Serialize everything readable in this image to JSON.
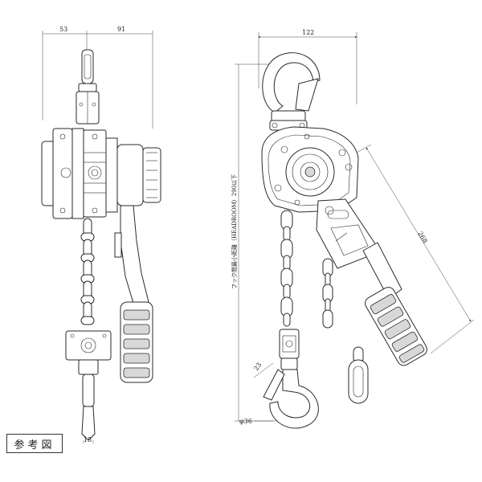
{
  "dimensions": {
    "side_left_offset": "53",
    "side_right_offset": "91",
    "front_width": "122",
    "handle_length": "268",
    "headroom_label": "フック間最小距離（HEADROOM）290以下",
    "hook_opening": "23",
    "hook_diameter": "φ36",
    "bottom_width": "15"
  },
  "stamp": {
    "label": "参考図"
  }
}
